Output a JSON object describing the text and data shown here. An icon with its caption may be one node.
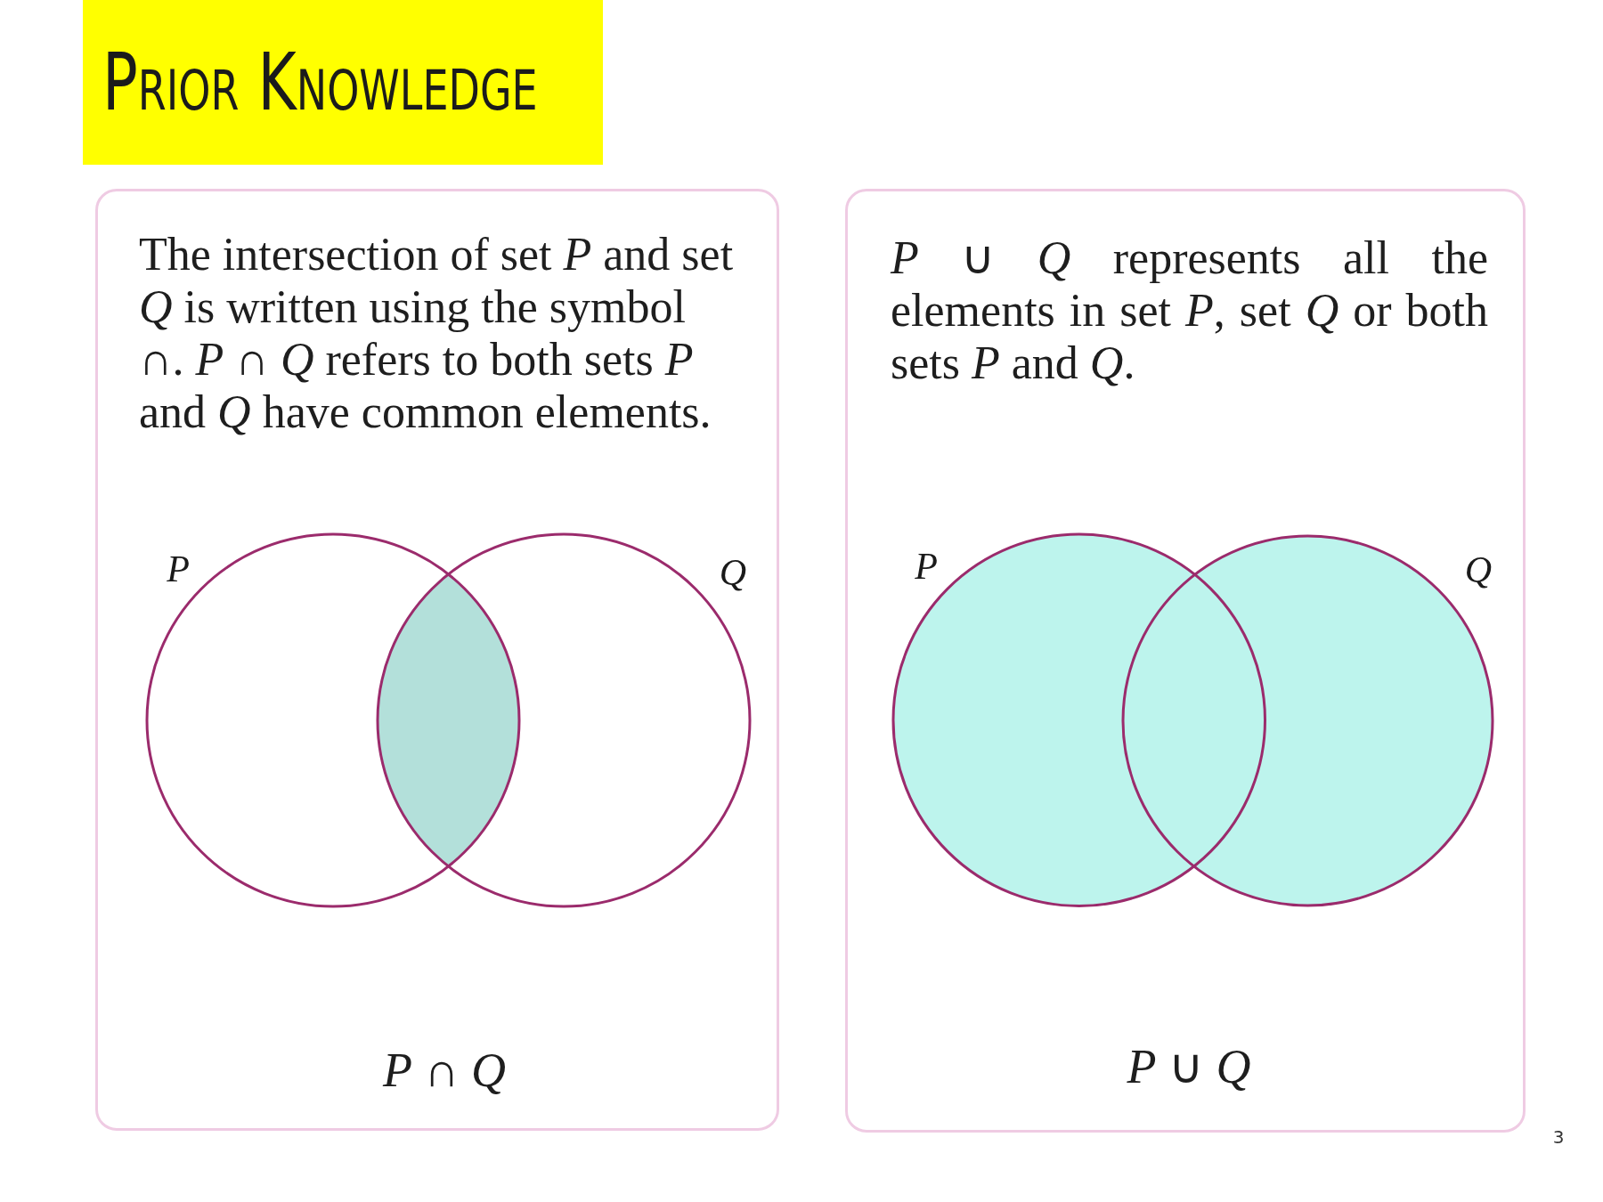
{
  "diagram": {
    "title": "Prior Knowledge",
    "nodes": [
      {
        "text": [
          "The intersection of set *P* and set *Q* is written using the symbol ∩. *P* ∩ *Q* refers to both sets *P* and *Q* have common elements.",
          "*P* ∩ *Q*"
        ]
      },
      {
        "text": [],
        "shape": "circle",
        "in": 0,
        "beside": [
          "P"
        ]
      },
      {
        "text": [],
        "shape": "circle",
        "in": 0,
        "beside": [
          "Q"
        ]
      },
      {
        "text": [
          "*P* ∪ *Q* represents all the elements in set *P*, set *Q* or both sets *P* and *Q*.",
          "*P* ∪ *Q*"
        ]
      },
      {
        "text": [],
        "shape": "circle",
        "in": 3,
        "beside": [
          "P"
        ]
      },
      {
        "text": [],
        "shape": "circle",
        "in": 3,
        "beside": [
          "Q"
        ]
      }
    ],
    "labels": [
      "3"
    ]
  }
}
